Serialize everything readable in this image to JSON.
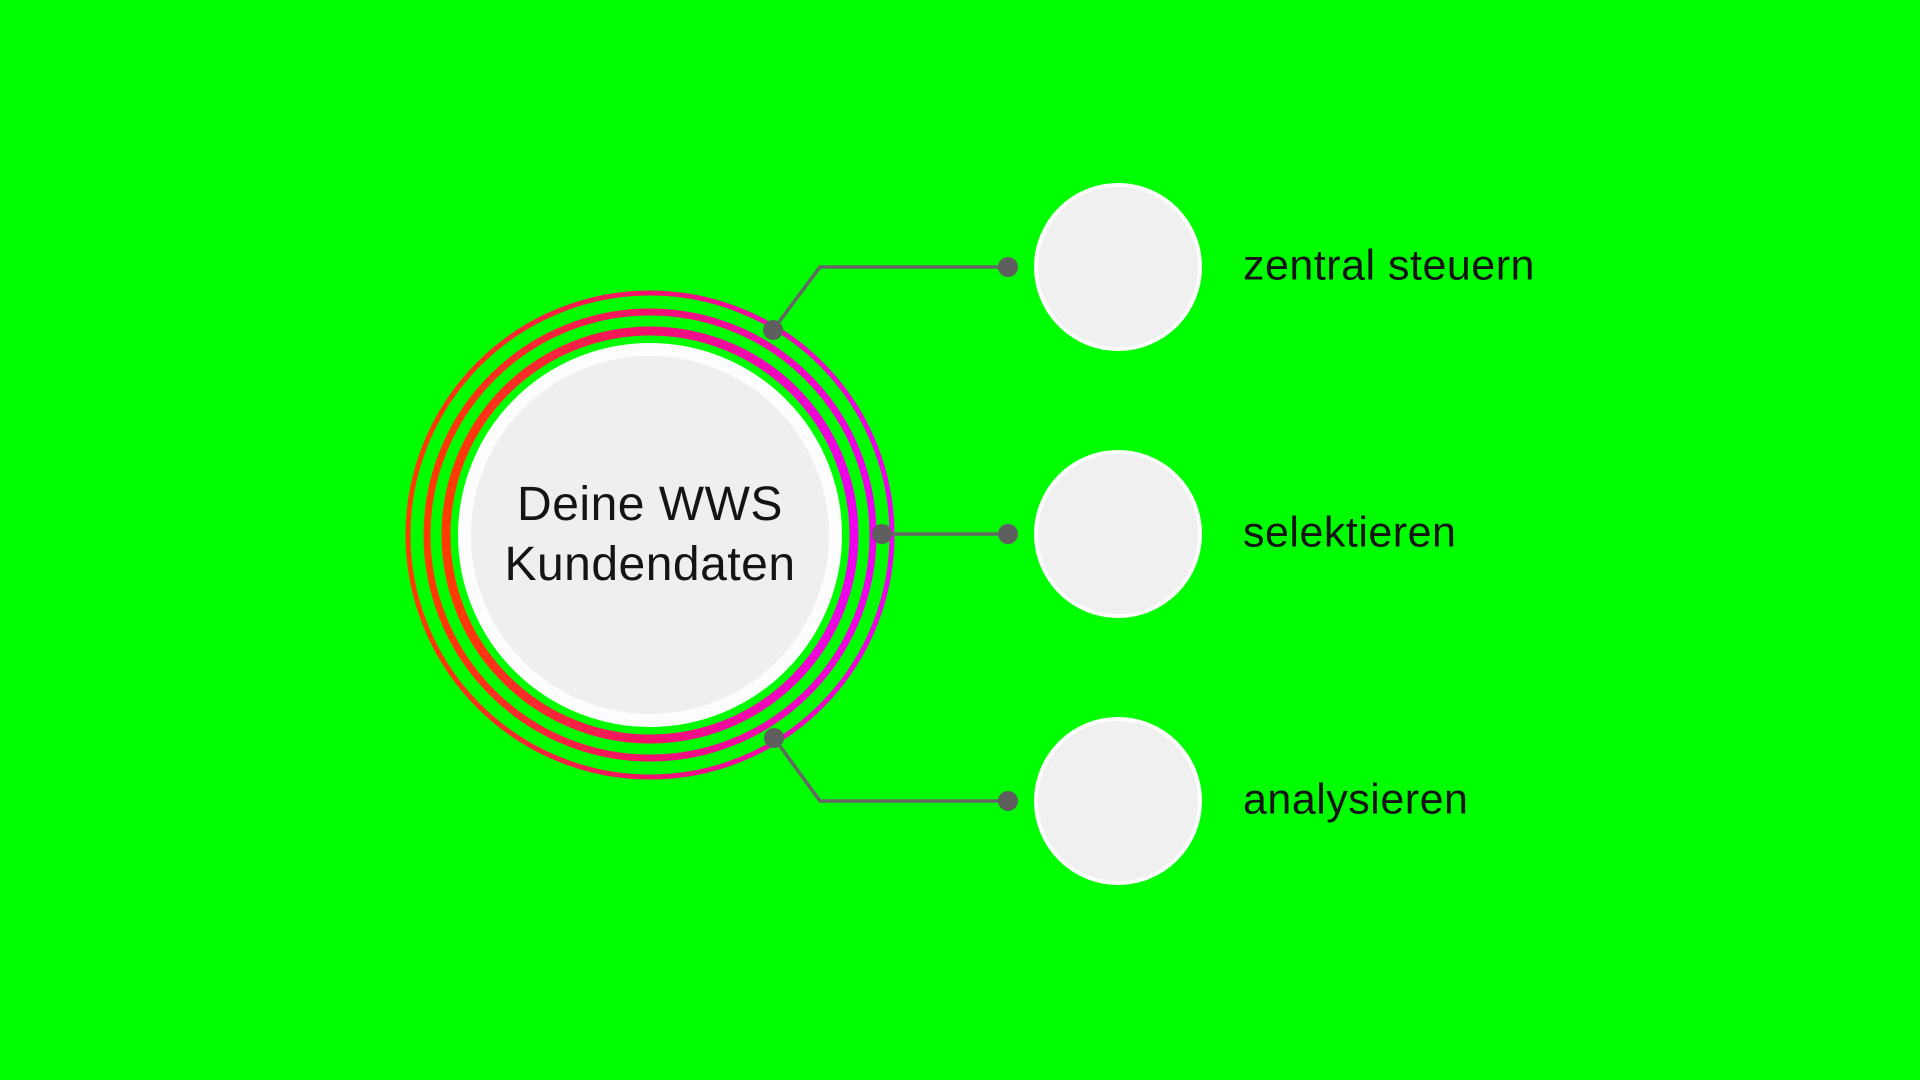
{
  "background_color": "#00ff00",
  "colors": {
    "background": "#00ff00",
    "ring-start": "#ff3c00",
    "ring-mid": "#f3106e",
    "ring-end": "#ee00ee",
    "connector": "#666666",
    "connector-dot": "#5f5f5f",
    "node-fill": "#f0f0f0",
    "center-fill": "#efefef",
    "circle-rim": "#fdfdfd",
    "text": "#141414"
  },
  "center": {
    "title_line1": "Deine WWS",
    "title_line2": "Kundendaten"
  },
  "nodes": [
    {
      "label": "zentral steuern"
    },
    {
      "label": "selektieren"
    },
    {
      "label": "analysieren"
    }
  ]
}
